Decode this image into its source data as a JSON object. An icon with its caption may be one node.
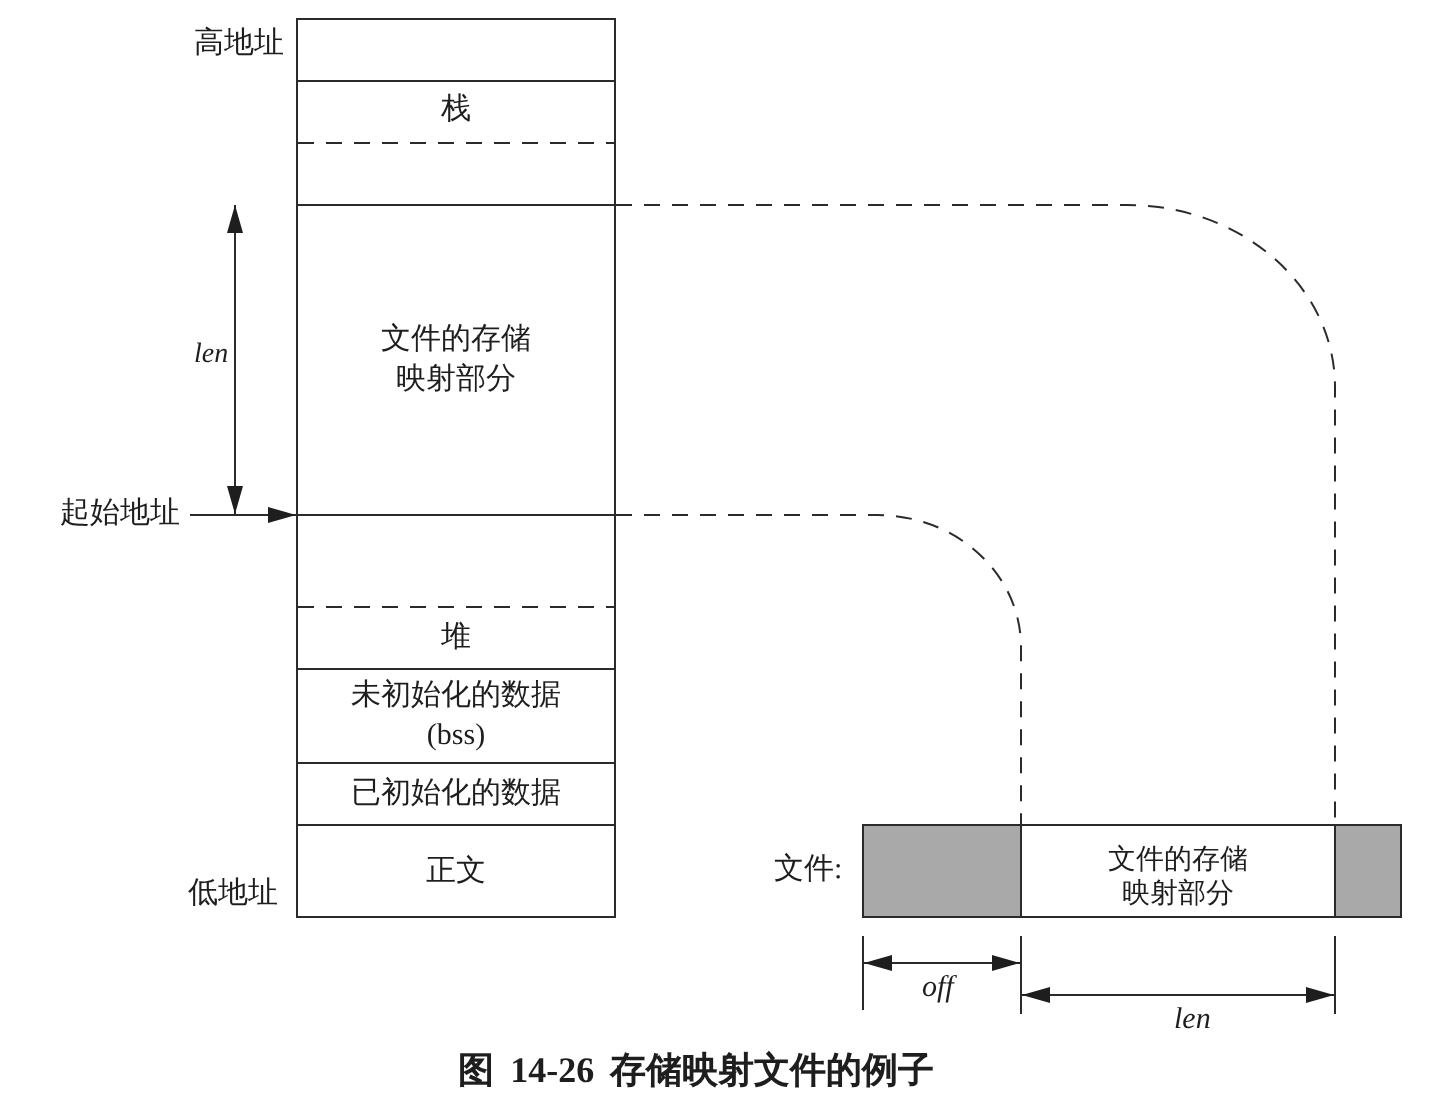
{
  "diagram": {
    "caption": "图 14-26 存储映射文件的例子",
    "nodes": [
      {
        "text": [],
        "shape": "box"
      },
      {
        "text": [
          "栈"
        ],
        "in": 0
      },
      {
        "text": [
          "文件的存储映射部分"
        ],
        "in": 0
      },
      {
        "text": [
          "起始地址"
        ]
      },
      {
        "text": [
          "堆"
        ],
        "in": 0
      },
      {
        "text": [
          "未初始化的数据 (bss)"
        ],
        "in": 0
      },
      {
        "text": [
          "已初始化的数据"
        ],
        "in": 0
      },
      {
        "text": [
          "正文"
        ],
        "in": 0
      },
      {
        "text": [],
        "shape": "box",
        "beside": [
          "文件:"
        ]
      },
      {
        "text": [],
        "shape": "box",
        "in": 8
      },
      {
        "text": [
          "文件的存储映射部分"
        ],
        "in": 8
      },
      {
        "text": [],
        "shape": "box",
        "in": 8
      }
    ],
    "edges": [
      {
        "from": 3,
        "to": 2,
        "arrow": "to"
      },
      {
        "from": 2,
        "to": 10,
        "arrow": "none",
        "style": "dashed"
      },
      {
        "from": 2,
        "to": 10,
        "arrow": "none",
        "style": "dashed"
      }
    ],
    "labels": [
      "高地址",
      "len",
      "低地址",
      "off",
      "len"
    ]
  }
}
